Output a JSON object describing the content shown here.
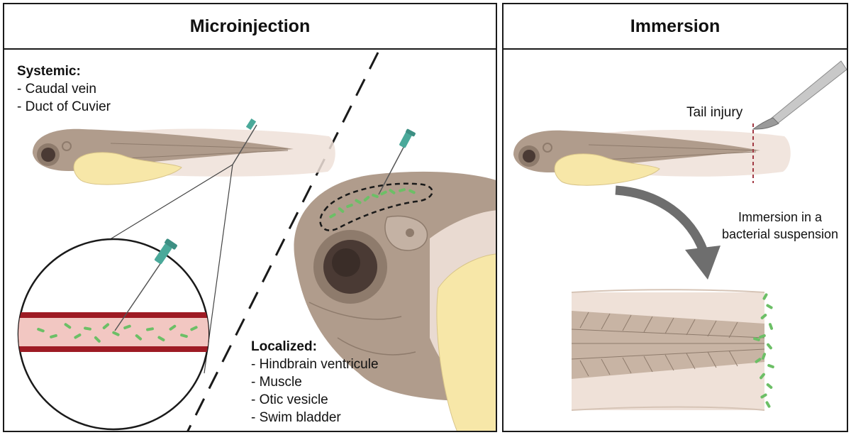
{
  "microinjection": {
    "title": "Microinjection",
    "systemic": {
      "heading": "Systemic:",
      "items": [
        "- Caudal vein",
        "- Duct of Cuvier"
      ]
    },
    "localized": {
      "heading": "Localized:",
      "items": [
        "- Hindbrain ventricule",
        "- Muscle",
        "- Otic vesicle",
        "- Swim bladder"
      ]
    }
  },
  "immersion": {
    "title": "Immersion",
    "tail_injury_label": "Tail injury",
    "immersion_label_line1": "Immersion in a",
    "immersion_label_line2": "bacterial suspension"
  },
  "colors": {
    "fish_body": "#b09c8c",
    "fish_fin": "#efe1d8",
    "yolk": "#f7e7a8",
    "eye": "#4a3a34",
    "bacteria": "#6cbf66",
    "needle": "#4aa99a",
    "vessel": "#9e1b24",
    "injury_line": "#a23a44",
    "arrow": "#6e6e6e"
  }
}
